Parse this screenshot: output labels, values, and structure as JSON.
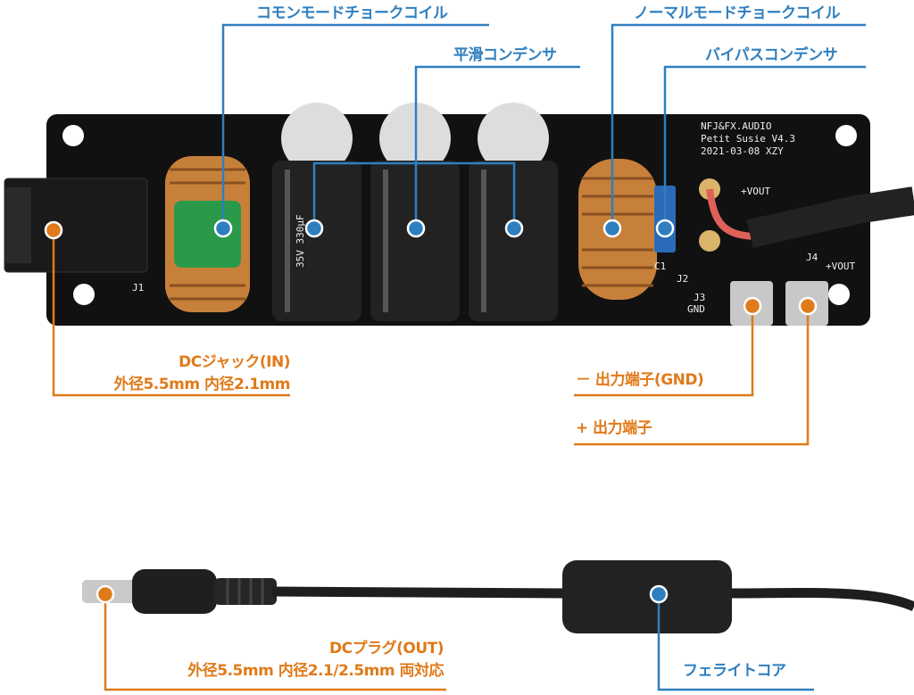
{
  "labels": {
    "common_mode_choke": "コモンモードチョークコイル",
    "smoothing_capacitor": "平滑コンデンサ",
    "normal_mode_choke": "ノーマルモードチョークコイル",
    "bypass_capacitor": "バイパスコンデンサ",
    "dc_jack_title": "DCジャック(IN)",
    "dc_jack_spec": "外径5.5mm 内径2.1mm",
    "output_gnd": "－ 出力端子(GND)",
    "output_plus": "+ 出力端子",
    "dc_plug_title": "DCプラグ(OUT)",
    "dc_plug_spec": "外径5.5mm 内径2.1/2.5mm 両対応",
    "ferrite_core": "フェライトコア"
  },
  "pcb_silkscreen": {
    "brand": "NFJ&FX.AUDIO",
    "model": "Petit Susie V4.3",
    "date": "2021-03-08 XZY",
    "vout_plus": "+VOUT",
    "vout_j4": "+VOUT",
    "j1": "J1",
    "j2": "J2",
    "j3": "J3",
    "j4": "J4",
    "gnd": "GND",
    "c1": "C1",
    "cap_text": "35V 330μF"
  },
  "colors": {
    "blue": "#2f7fbf",
    "orange": "#e07a1a",
    "board": "#111111",
    "copper": "#c7803a"
  }
}
